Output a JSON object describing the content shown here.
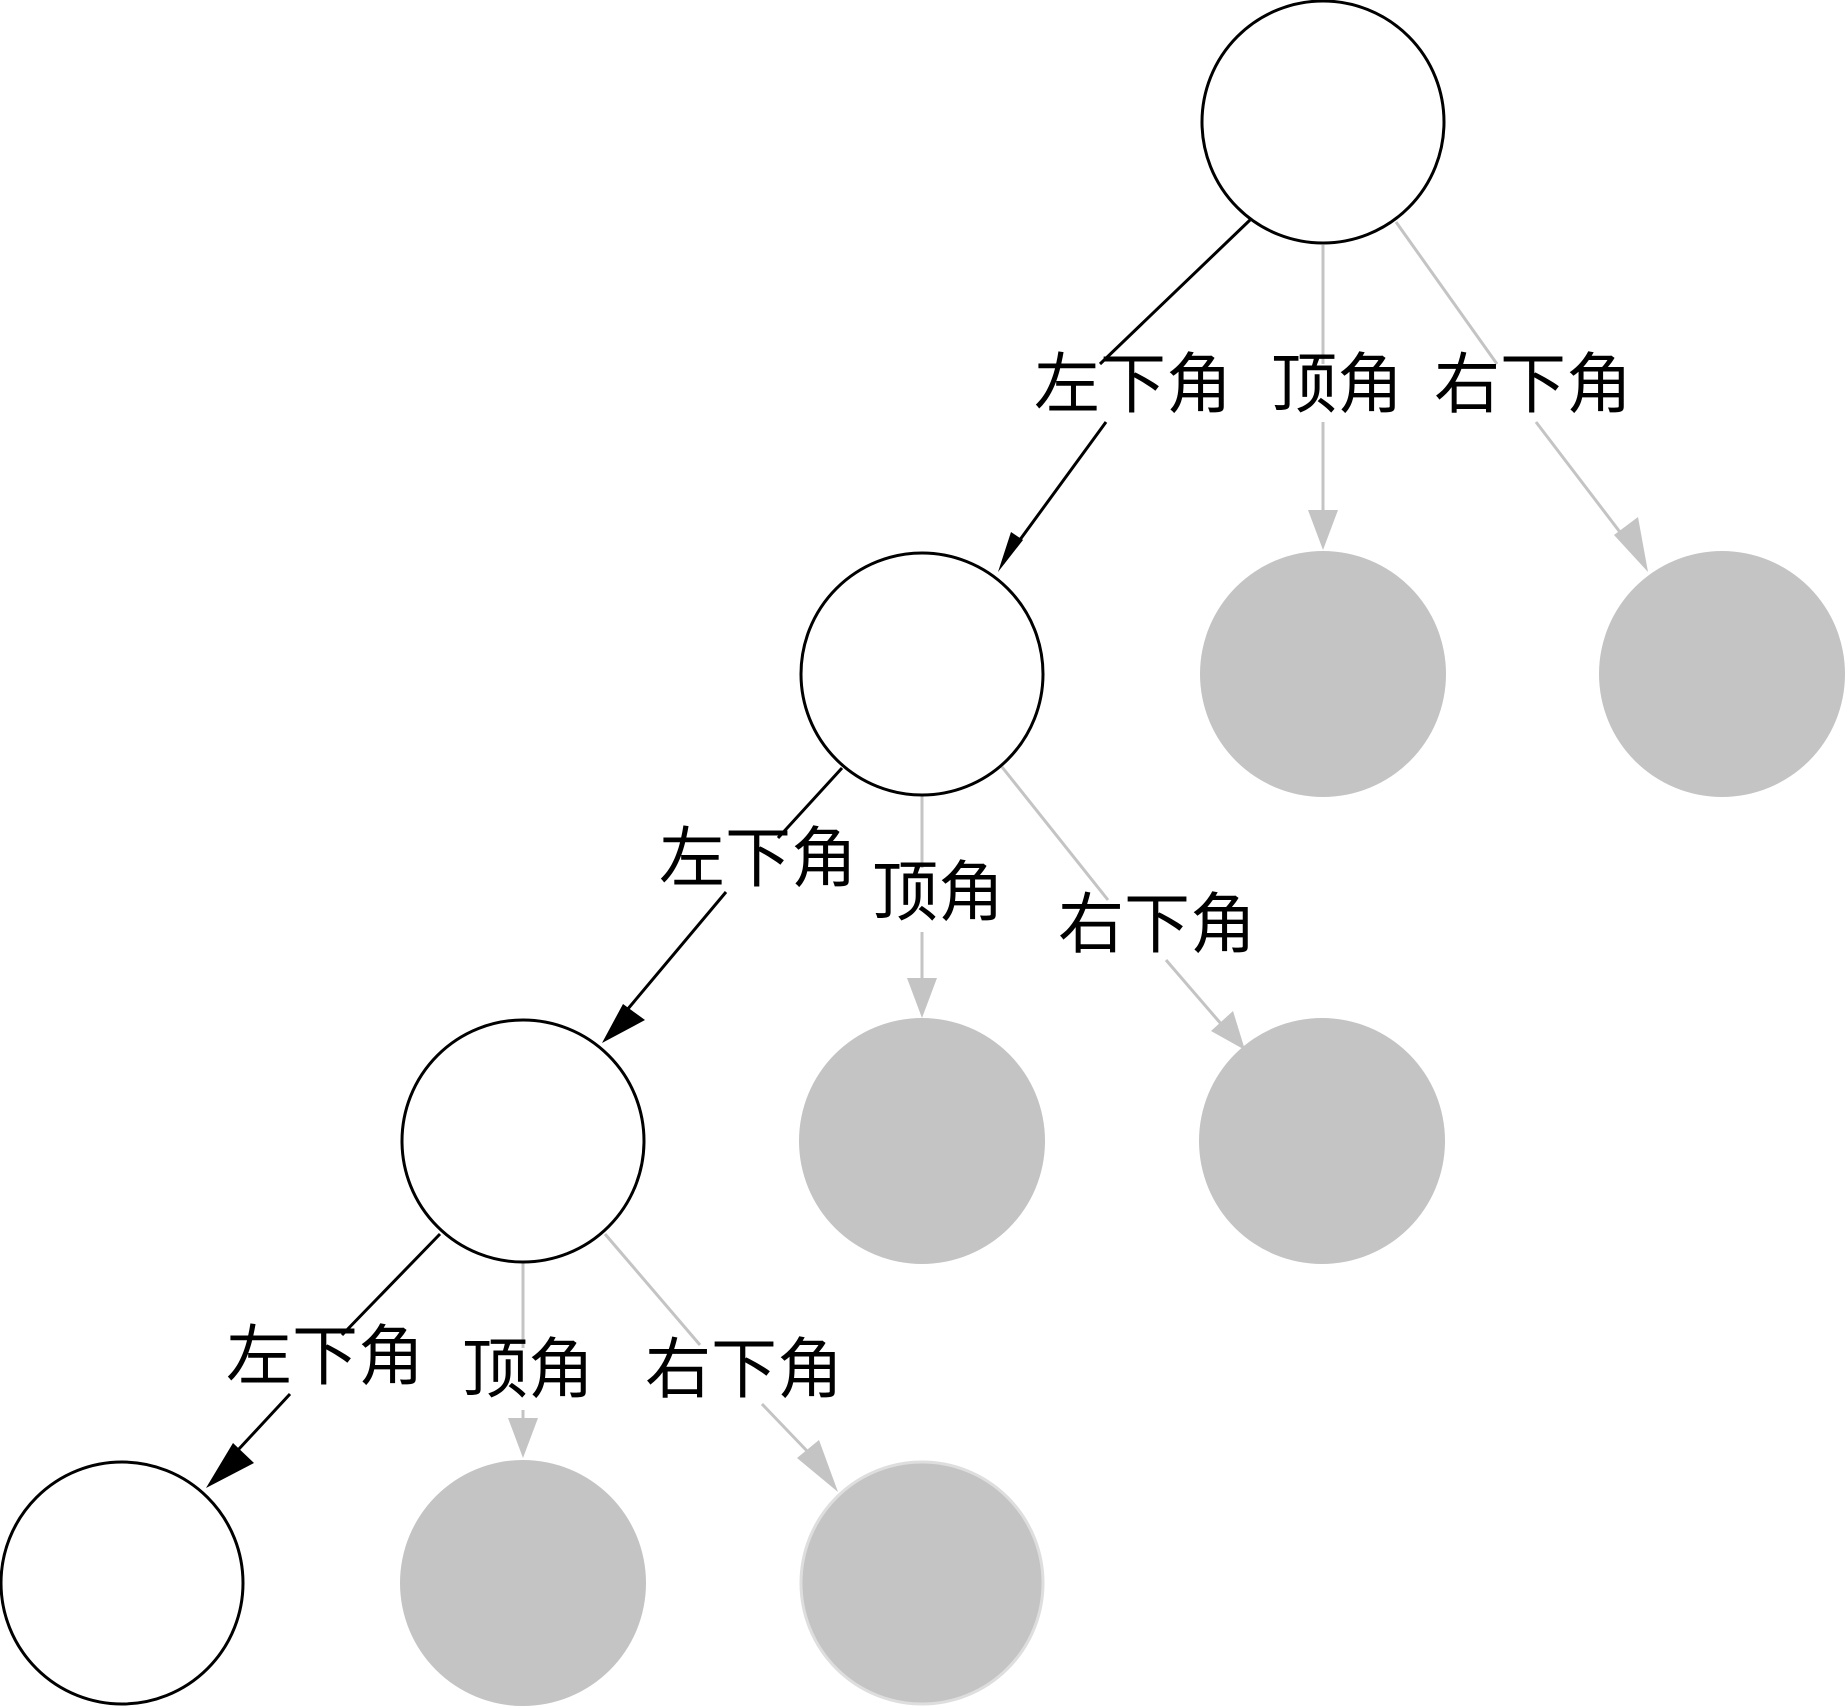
{
  "colors": {
    "active_node_fill": "#ffffff",
    "active_node_stroke": "#000000",
    "pruned_node_fill": "#c4c4c4",
    "active_edge": "#000000",
    "pruned_edge": "#c4c4c4",
    "label_text": "#000000"
  },
  "labels": {
    "level1": {
      "left": "左下角",
      "top": "顶角",
      "right": "右下角"
    },
    "level2": {
      "left": "左下角",
      "top": "顶角",
      "right": "右下角"
    },
    "level3": {
      "left": "左下角",
      "top": "顶角",
      "right": "右下角"
    }
  },
  "nodes": [
    {
      "id": "n-root",
      "state": "active"
    },
    {
      "id": "n-l1-left",
      "state": "active"
    },
    {
      "id": "n-l1-top",
      "state": "pruned"
    },
    {
      "id": "n-l1-right",
      "state": "pruned"
    },
    {
      "id": "n-l2-left",
      "state": "active"
    },
    {
      "id": "n-l2-top",
      "state": "pruned"
    },
    {
      "id": "n-l2-right",
      "state": "pruned"
    },
    {
      "id": "n-l3-left",
      "state": "active"
    },
    {
      "id": "n-l3-top",
      "state": "pruned"
    },
    {
      "id": "n-l3-right",
      "state": "pruned"
    }
  ]
}
